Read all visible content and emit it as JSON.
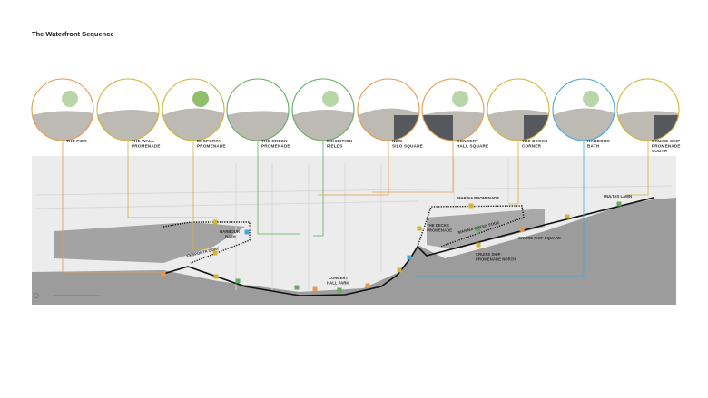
{
  "title": "The Waterfront Sequence",
  "colors": {
    "orange": "#e49a4e",
    "gold": "#d2b334",
    "green": "#62ad5e",
    "blue": "#47a7d9",
    "water": "#9c9c9c",
    "land": "#ececec",
    "path": "#111111"
  },
  "sections": [
    {
      "label": [
        "THE PIER"
      ],
      "color": "orange"
    },
    {
      "label": [
        "THE  WALL",
        "PROMENADE"
      ],
      "color": "gold"
    },
    {
      "label": [
        "EKSPORTA",
        "PROMENADE"
      ],
      "color": "gold"
    },
    {
      "label": [
        "THE GREEN",
        "PROMENADE"
      ],
      "color": "green"
    },
    {
      "label": [
        "EXHIBITION",
        "FIELDS"
      ],
      "color": "green"
    },
    {
      "label": [
        "NEW",
        "SILO SQUARE"
      ],
      "color": "orange"
    },
    {
      "label": [
        "CONCERT",
        "HALL SQUARE"
      ],
      "color": "orange"
    },
    {
      "label": [
        "THE DECKS",
        "CORNER"
      ],
      "color": "gold"
    },
    {
      "label": [
        "HARBOUR",
        "BATH"
      ],
      "color": "blue"
    },
    {
      "label": [
        "CRUISE SHIP",
        "PROMENADE",
        "SOUTH"
      ],
      "color": "gold"
    }
  ],
  "map_labels": {
    "harbour_bath": [
      "HARBOUR",
      "BATH"
    ],
    "eksporta_quay": "EKSPORTA QUAY",
    "concert_hall_park": [
      "CONCERT",
      "HALL PARK"
    ],
    "marina_promenade": "MARINA PROMENADE",
    "decks_promenade": [
      "THE DECKS",
      "PROMENADE"
    ],
    "marina_green_edge": "MARINA GREEN EDGE",
    "cruise_ship_square": "CRUISE SHIP SQUARE",
    "cruise_ship_promenade_north": [
      "CRUISE SHIP",
      "PROMENADE NORTH"
    ],
    "multas_lawn": "MULTAS LAWN"
  }
}
